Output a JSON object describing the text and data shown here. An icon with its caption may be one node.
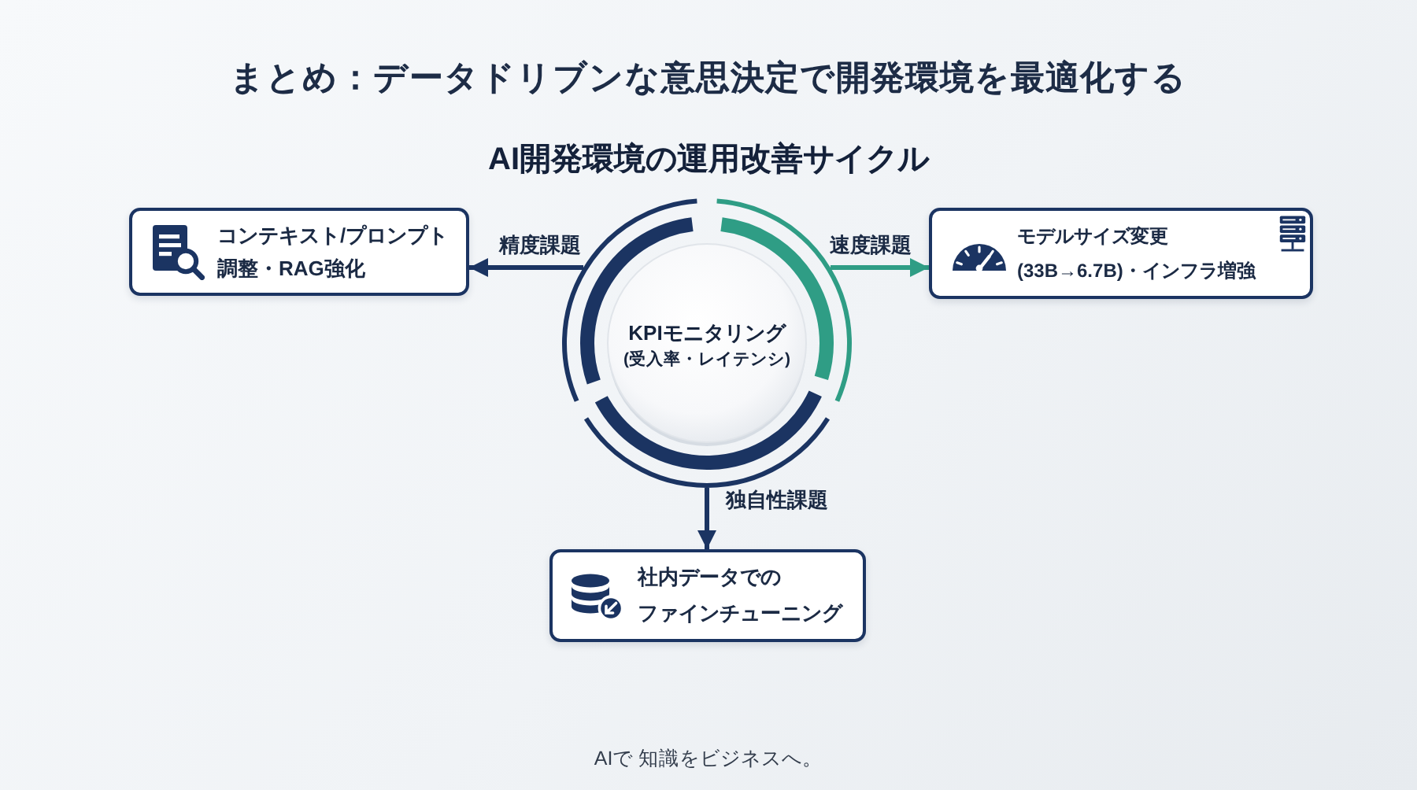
{
  "diagram": {
    "title": "まとめ：データドリブンな意思決定で開発環境を最適化する",
    "nodes": [
      {
        "text": [
          "コンテキスト/プロンプト調整・RAG強化"
        ]
      },
      {
        "text": [
          "KPIモニタリング",
          "(受入率・レイテンシ)"
        ]
      },
      {
        "text": [
          "モデルサイズ変更(33B→6.7B)・インフラ増強"
        ]
      },
      {
        "text": [
          "社内データでのファインチューニング"
        ]
      }
    ],
    "edges": [
      {
        "from": 1,
        "to": 0,
        "arrow": "to",
        "label": "精度課題"
      },
      {
        "from": 1,
        "to": 2,
        "arrow": "to",
        "label": "速度課題",
        "color": "#2f9d85"
      },
      {
        "from": 1,
        "to": 3,
        "arrow": "to",
        "label": "独自性課題"
      }
    ],
    "labels": [
      "AI開発環境の運用改善サイクル",
      "AIで 知識をビジネスへ。"
    ]
  }
}
